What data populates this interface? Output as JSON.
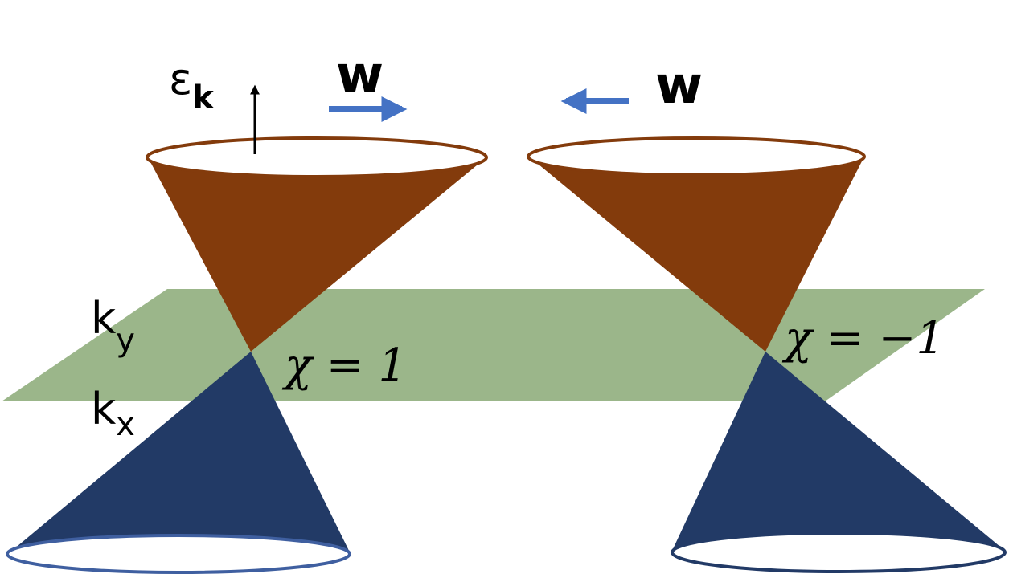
{
  "colors": {
    "plane": "#9bb68a",
    "upper_cone": "#833b0c",
    "upper_rim": "#833b0c",
    "lower_cone": "#223a66",
    "lower_rim_left": "#3f5fa0",
    "lower_rim_right": "#223a66",
    "arrow_blue": "#4472c4",
    "axis_arrow": "#000000"
  },
  "labels": {
    "energy_main": "ε",
    "energy_sub": "k",
    "ky_main": "k",
    "ky_sub": "y",
    "kx_main": "k",
    "kx_sub": "x",
    "w_left": "w",
    "w_right": "w",
    "chirality_left": "χ = 1",
    "chirality_right": "χ = −1"
  },
  "icons": {
    "energy_axis": "up-arrow-icon",
    "w_left_arrow": "right-arrow-icon",
    "w_right_arrow": "left-arrow-icon"
  }
}
